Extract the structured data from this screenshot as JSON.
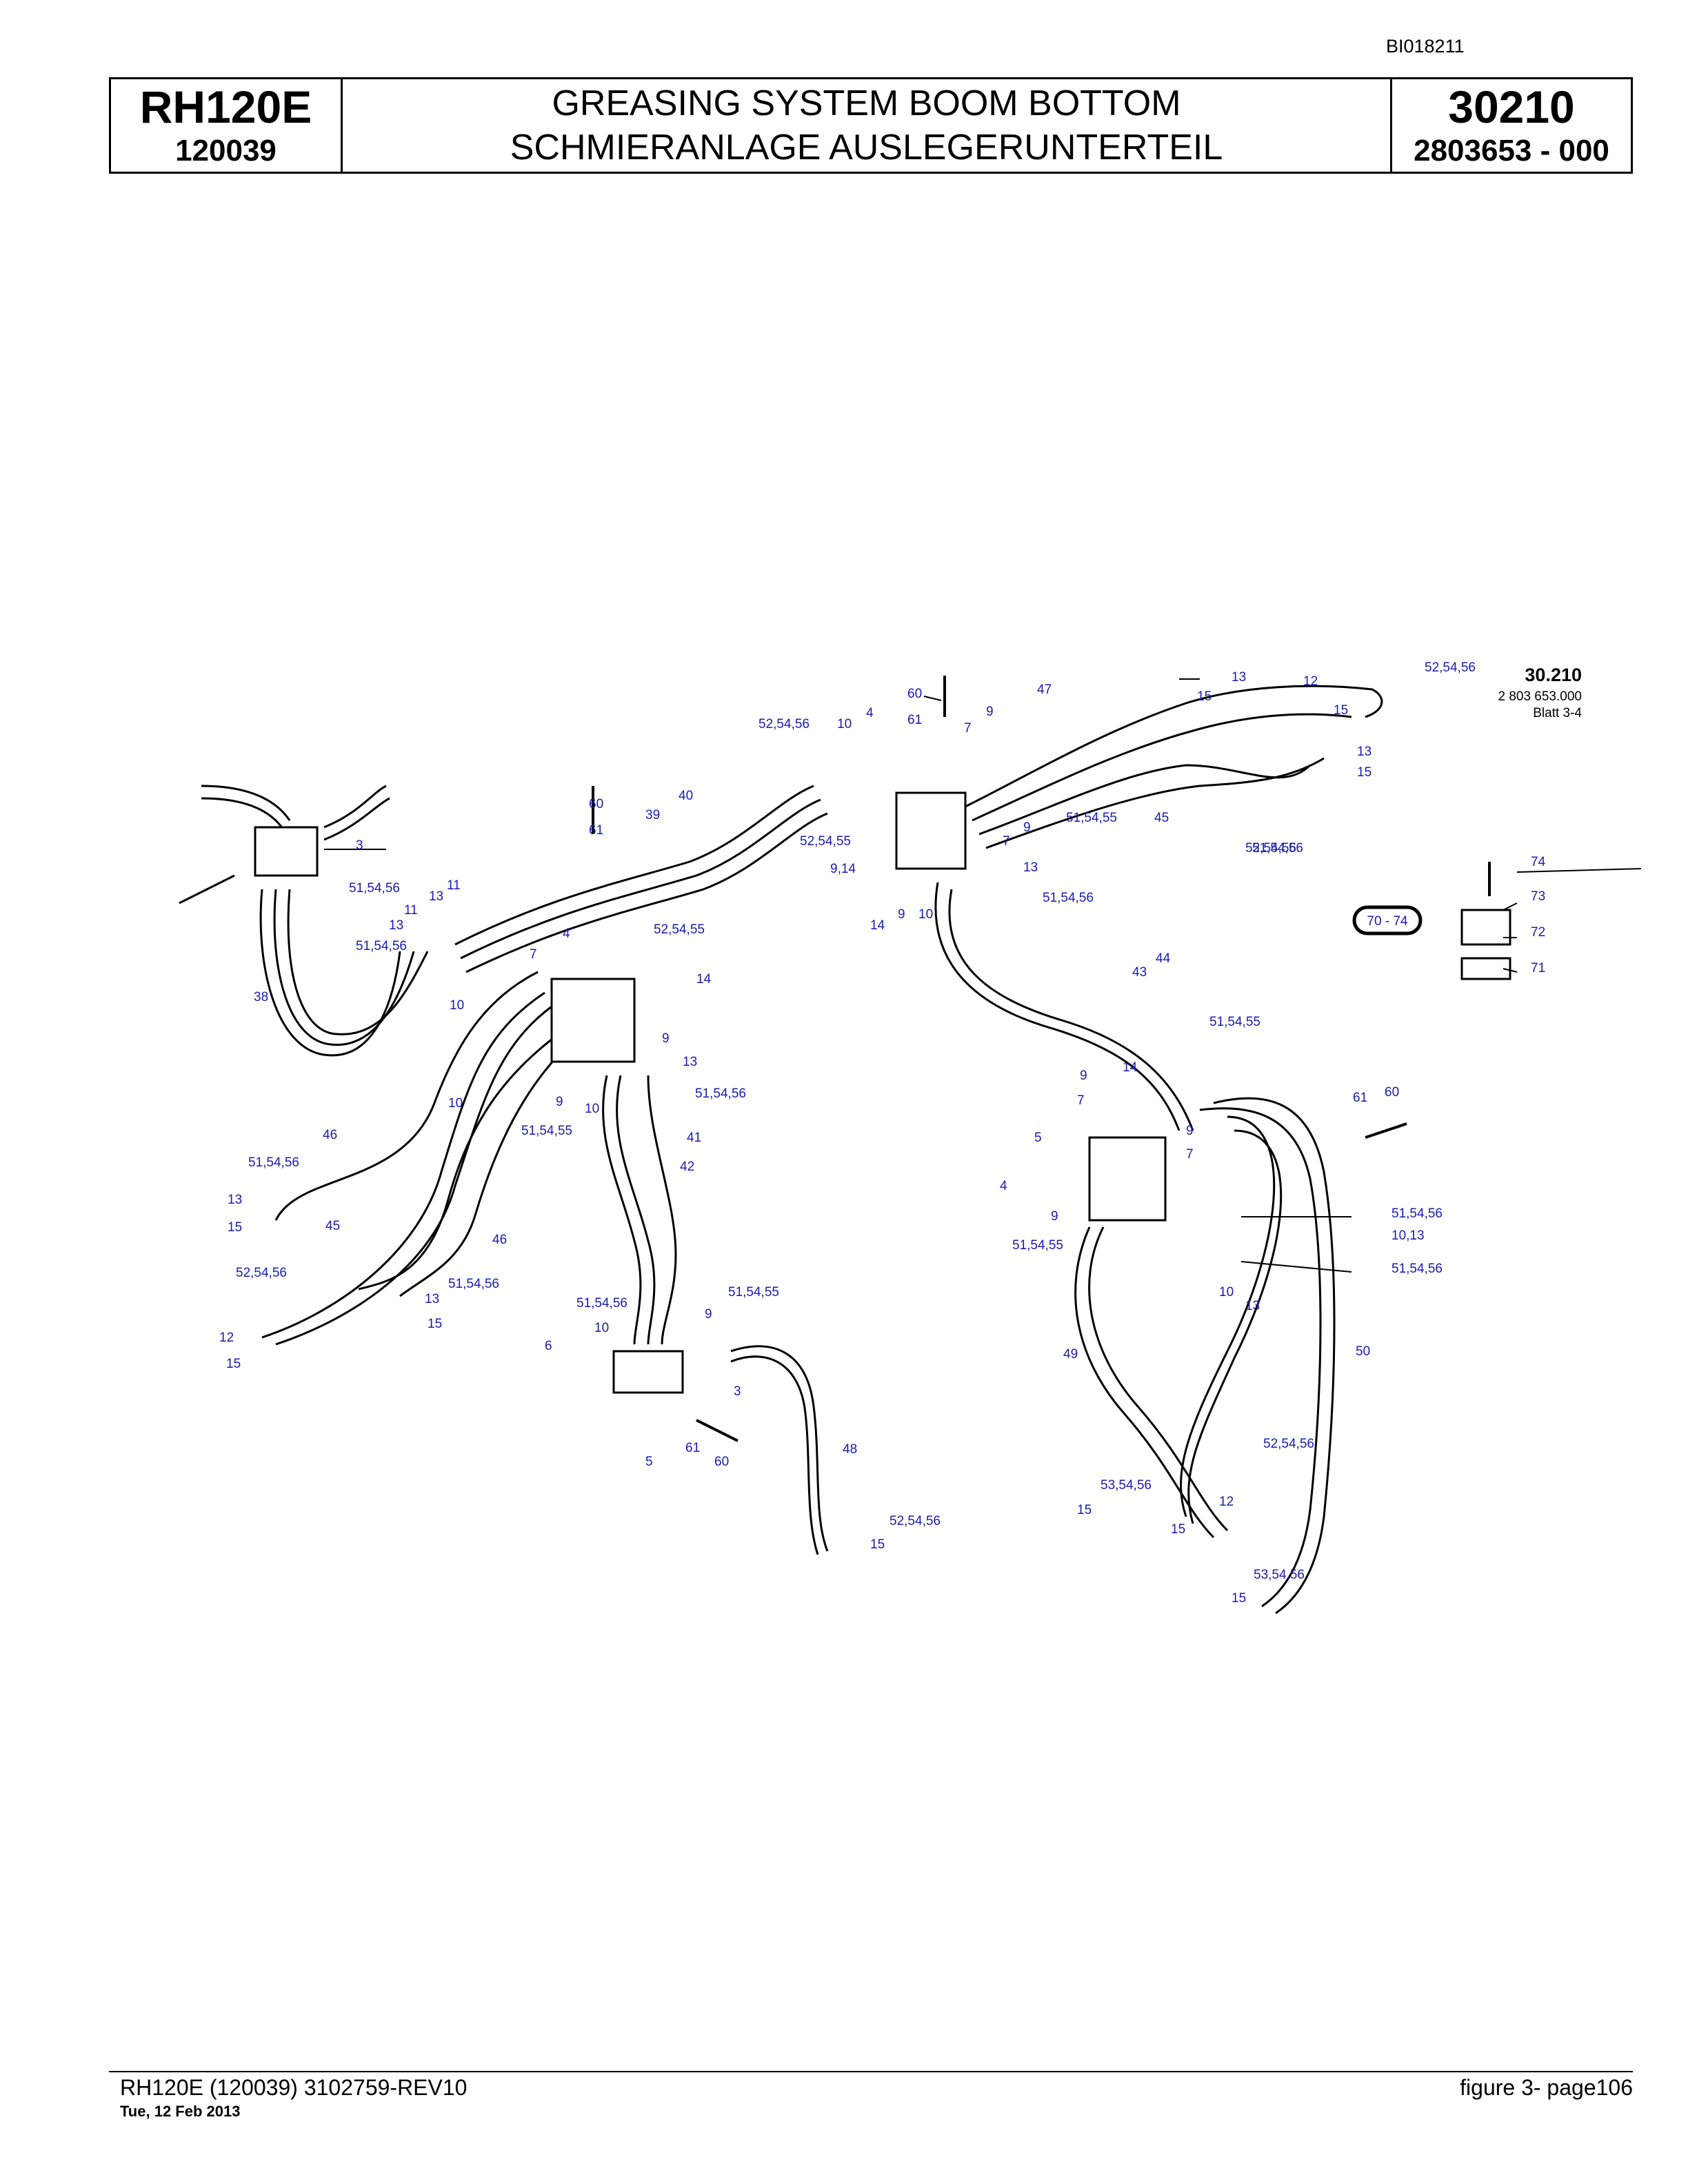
{
  "doc_id": "BI018211",
  "header": {
    "model": "RH120E",
    "serial": "120039",
    "title_en": "GREASING SYSTEM BOOM BOTTOM",
    "title_de": "SCHMIERANLAGE AUSLEGERUNTERTEIL",
    "section": "30210",
    "part_number": "2803653  - 000"
  },
  "drawing": {
    "reference": {
      "number": "30.210",
      "code": "2 803 653.000",
      "sheet": "Blatt 3-4"
    },
    "callout_range": "70 - 74",
    "labels": [
      "60",
      "47",
      "52,54,56",
      "13",
      "12",
      "52,54,56",
      "15",
      "15",
      "13",
      "15",
      "52,54,56",
      "10",
      "4",
      "61",
      "7",
      "9",
      "51,54,55",
      "45",
      "51,54,56",
      "9",
      "52,54,55",
      "7",
      "9,14",
      "13",
      "51,54,56",
      "14",
      "9",
      "10",
      "60",
      "40",
      "39",
      "61",
      "3",
      "51,54,56",
      "11",
      "13",
      "11",
      "13",
      "10",
      "51,54,56",
      "38",
      "4",
      "52,54,55",
      "7",
      "14",
      "9",
      "13",
      "51,54,56",
      "9",
      "10",
      "51,54,55",
      "10",
      "41",
      "42",
      "46",
      "51,54,56",
      "13",
      "15",
      "45",
      "46",
      "52,54,56",
      "51,54,56",
      "13",
      "15",
      "12",
      "15",
      "51,54,56",
      "10",
      "51,54,55",
      "9",
      "6",
      "3",
      "61",
      "5",
      "60",
      "48",
      "52,54,56",
      "15",
      "44",
      "43",
      "51,54,55",
      "14",
      "9",
      "7",
      "9",
      "7",
      "5",
      "4",
      "9",
      "51,54,55",
      "61",
      "60",
      "51,54,56",
      "10,13",
      "51,54,56",
      "10",
      "13",
      "49",
      "50",
      "52,54,56",
      "53,54,56",
      "15",
      "12",
      "15",
      "53,54,56",
      "15",
      "74",
      "73",
      "72",
      "71"
    ]
  },
  "footer": {
    "left": "RH120E (120039) 3102759-REV10",
    "date": "Tue, 12 Feb 2013",
    "right": "figure  3- page106"
  }
}
